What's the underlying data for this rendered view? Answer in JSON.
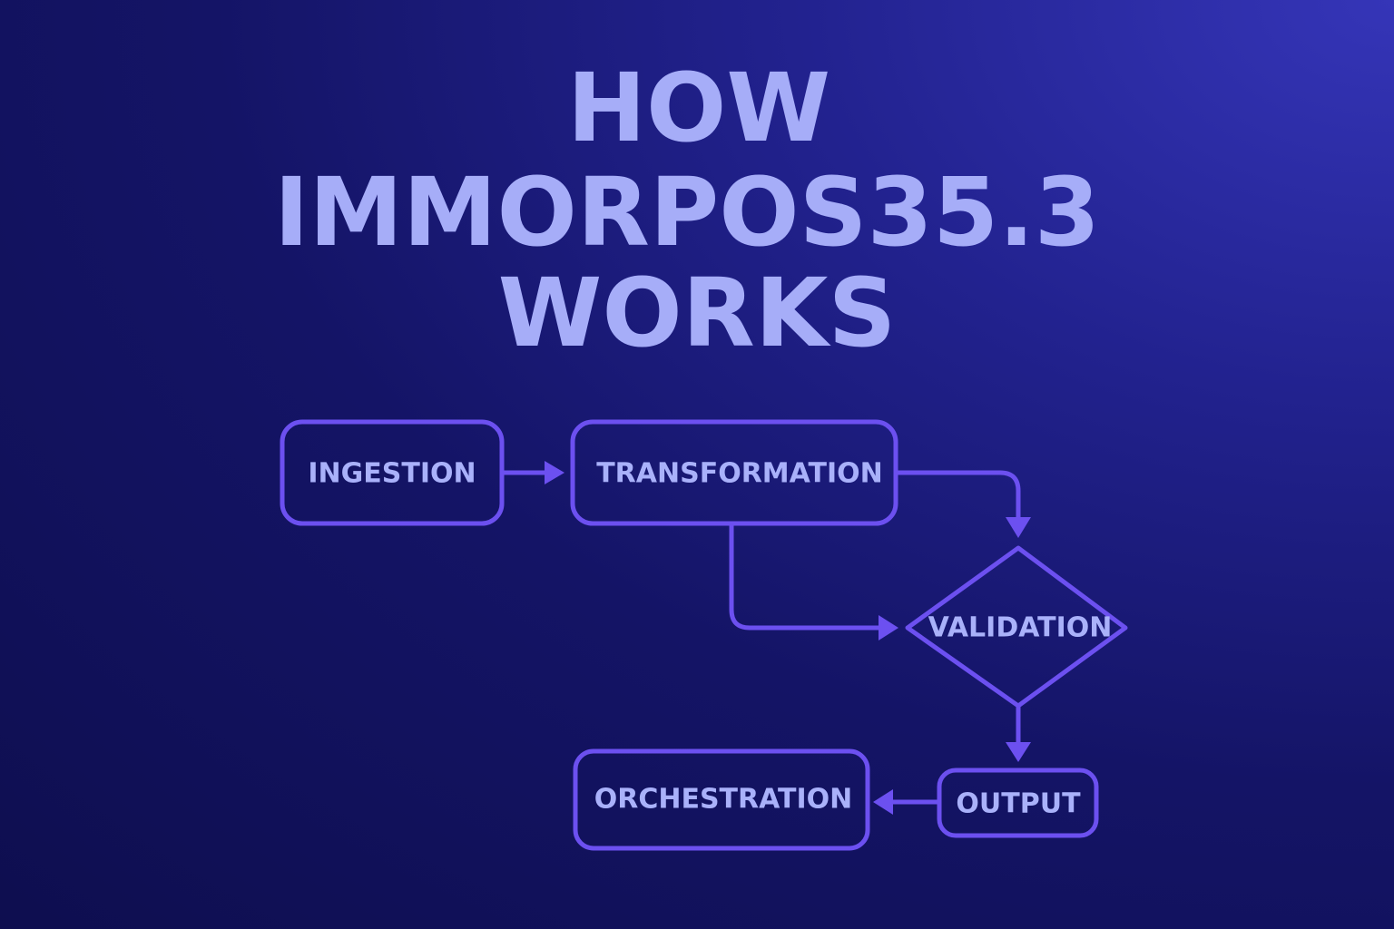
{
  "title": {
    "lines": [
      "HOW",
      "IMMORPOS35.3",
      "WORKS"
    ]
  },
  "nodes": {
    "ingestion": "INGESTION",
    "transformation": "TRANSFORMATION",
    "validation": "VALIDATION",
    "output": "OUTPUT",
    "orchestration": "ORCHESTRATION"
  },
  "edges": [
    {
      "from": "ingestion",
      "to": "transformation"
    },
    {
      "from": "transformation",
      "to": "validation"
    },
    {
      "from": "transformation",
      "to": "validation"
    },
    {
      "from": "validation",
      "to": "output"
    },
    {
      "from": "output",
      "to": "orchestration"
    }
  ],
  "colors": {
    "stroke": "#6c50f0",
    "text": "#a9b1fa",
    "background": "#141466"
  }
}
